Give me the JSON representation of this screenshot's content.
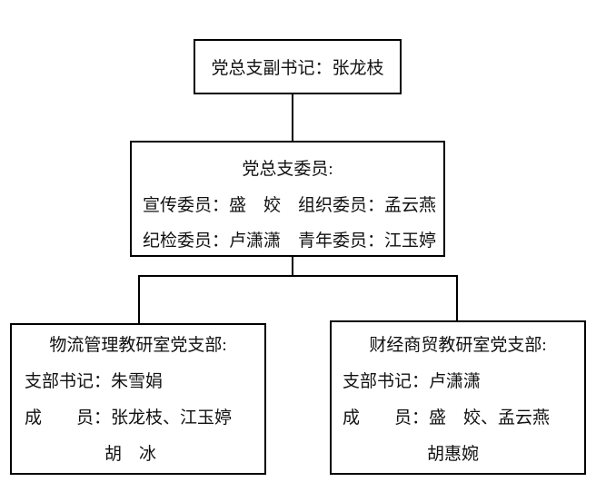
{
  "boxes": {
    "deputy_secretary": {
      "text": "党总支副书记：张龙枝"
    },
    "committee": {
      "title": "党总支委员:",
      "rows": [
        "宣传委员：盛　姣　组织委员：孟云燕",
        "纪检委员：卢潇潇　青年委员：江玉婷"
      ]
    },
    "logistics_branch": {
      "title": "物流管理教研室党支部:",
      "secretary": "支部书记：朱雪娟",
      "members": "成　　员：张龙枝、江玉婷",
      "members_cont": "胡　冰"
    },
    "finance_branch": {
      "title": "财经商贸教研室党支部:",
      "secretary": "支部书记：卢潇潇",
      "members": "成　　员：盛　姣、孟云燕",
      "members_cont": "胡惠婉"
    }
  },
  "colors": {
    "line": "#000000",
    "text": "#111111",
    "background": "#ffffff"
  }
}
